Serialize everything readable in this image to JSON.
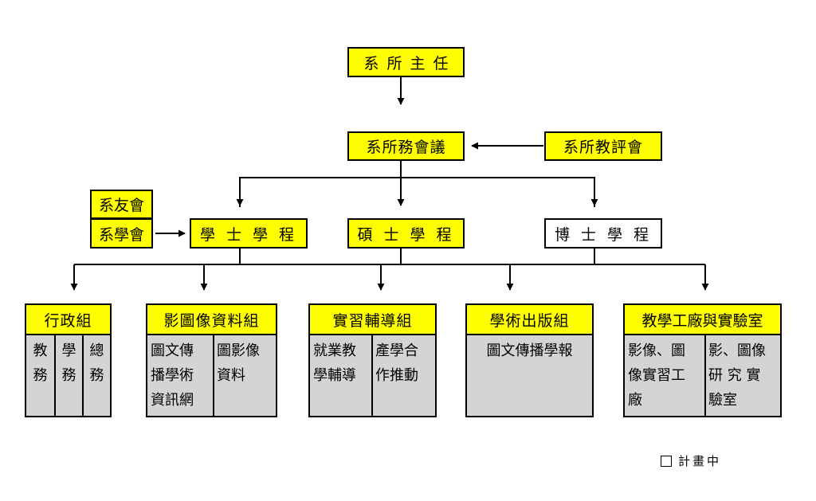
{
  "chair": "系 所 主 任",
  "council": "系所務會議",
  "evaluation_committee": "系所教評會",
  "alumni_association": "系友會",
  "student_association": "系學會",
  "programs": {
    "bachelor": "學 士 學 程",
    "master": "碩 士 學 程",
    "doctoral": "博 士 學 程"
  },
  "groups": [
    {
      "title": "行政組",
      "columns": [
        [
          "教",
          "務"
        ],
        [
          "學",
          "務"
        ],
        [
          "總",
          "務"
        ]
      ]
    },
    {
      "title": "影圖像資料組",
      "columns": [
        [
          "圖文傳",
          "播學術",
          "資訊網"
        ],
        [
          "圖影像",
          "資料"
        ]
      ]
    },
    {
      "title": "實習輔導組",
      "columns": [
        [
          "就業教",
          "學輔導"
        ],
        [
          "產學合",
          "作推動"
        ]
      ]
    },
    {
      "title": "學術出版組",
      "columns": [
        [
          "圖文傳播學報"
        ]
      ]
    },
    {
      "title": "教學工廠與實驗室",
      "columns": [
        [
          "影像、圖",
          "像實習工",
          "廠"
        ],
        [
          "影、圖像",
          "研 究 實",
          "驗室"
        ]
      ]
    }
  ],
  "legend": {
    "label": "計畫中"
  },
  "colors": {
    "box_fill": "#ffff00",
    "group_fill": "#d4d4d4",
    "planned_fill": "#ffffff",
    "line": "#000000"
  }
}
